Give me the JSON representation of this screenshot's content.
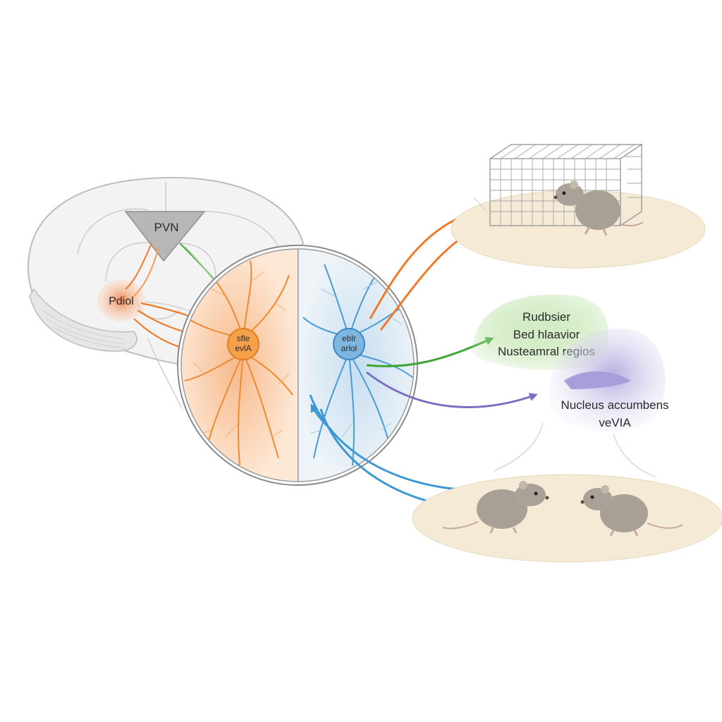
{
  "labels": {
    "pvn": "PVN",
    "left_region": "Pdiol",
    "left_cell_line1": "sfle",
    "left_cell_line2": "evlA",
    "right_cell_line1": "eblr",
    "right_cell_line2": "arlol",
    "green_line1": "Rudbsier",
    "green_line2": "Bed hlaavior",
    "green_line3": "Nusteamral regios",
    "purple_line1": "Nucleus accumbens",
    "purple_line2": "veVIA"
  },
  "colors": {
    "orange": "#f07a2a",
    "green": "#3fa535",
    "blue": "#3d98d3",
    "purple": "#7b6fbf",
    "platform": "#f5ead6",
    "rodent": "#a8a095"
  }
}
